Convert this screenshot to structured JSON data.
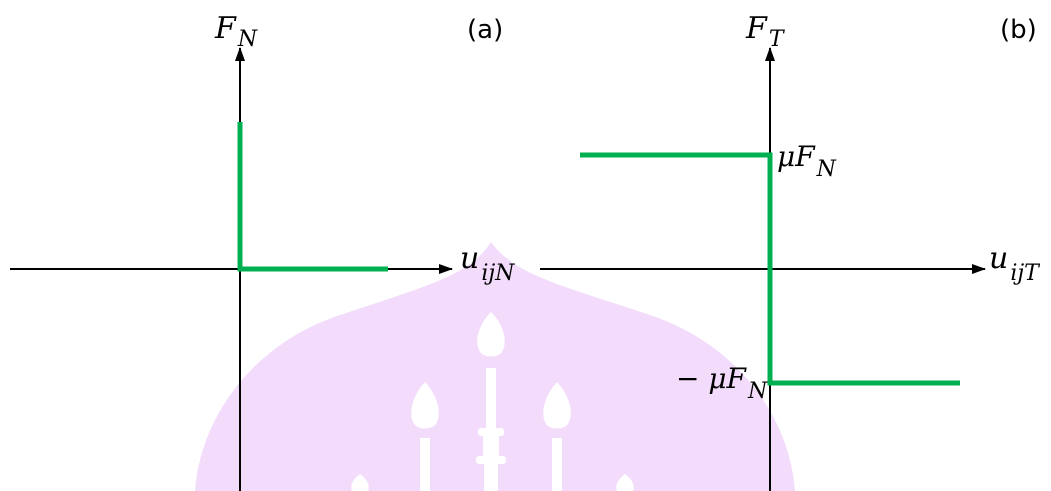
{
  "panel_a": {
    "tag": "(a)",
    "y_axis_label": {
      "main": "F",
      "sub": "N"
    },
    "x_axis_label": {
      "main": "u",
      "sub": "ijN"
    }
  },
  "panel_b": {
    "tag": "(b)",
    "y_axis_label": {
      "main": "F",
      "sub": "T"
    },
    "x_axis_label": {
      "main": "u",
      "sub": "ijT"
    },
    "upper_level_label": {
      "main": "μF",
      "sub": "N"
    },
    "lower_level_label": {
      "main": "− μF",
      "sub": "N"
    }
  },
  "colors": {
    "axis": "#000000",
    "curve": "#00b050",
    "watermark": "#f3dcfb"
  },
  "watermark_icon": "mosque-dome-emblem-icon"
}
